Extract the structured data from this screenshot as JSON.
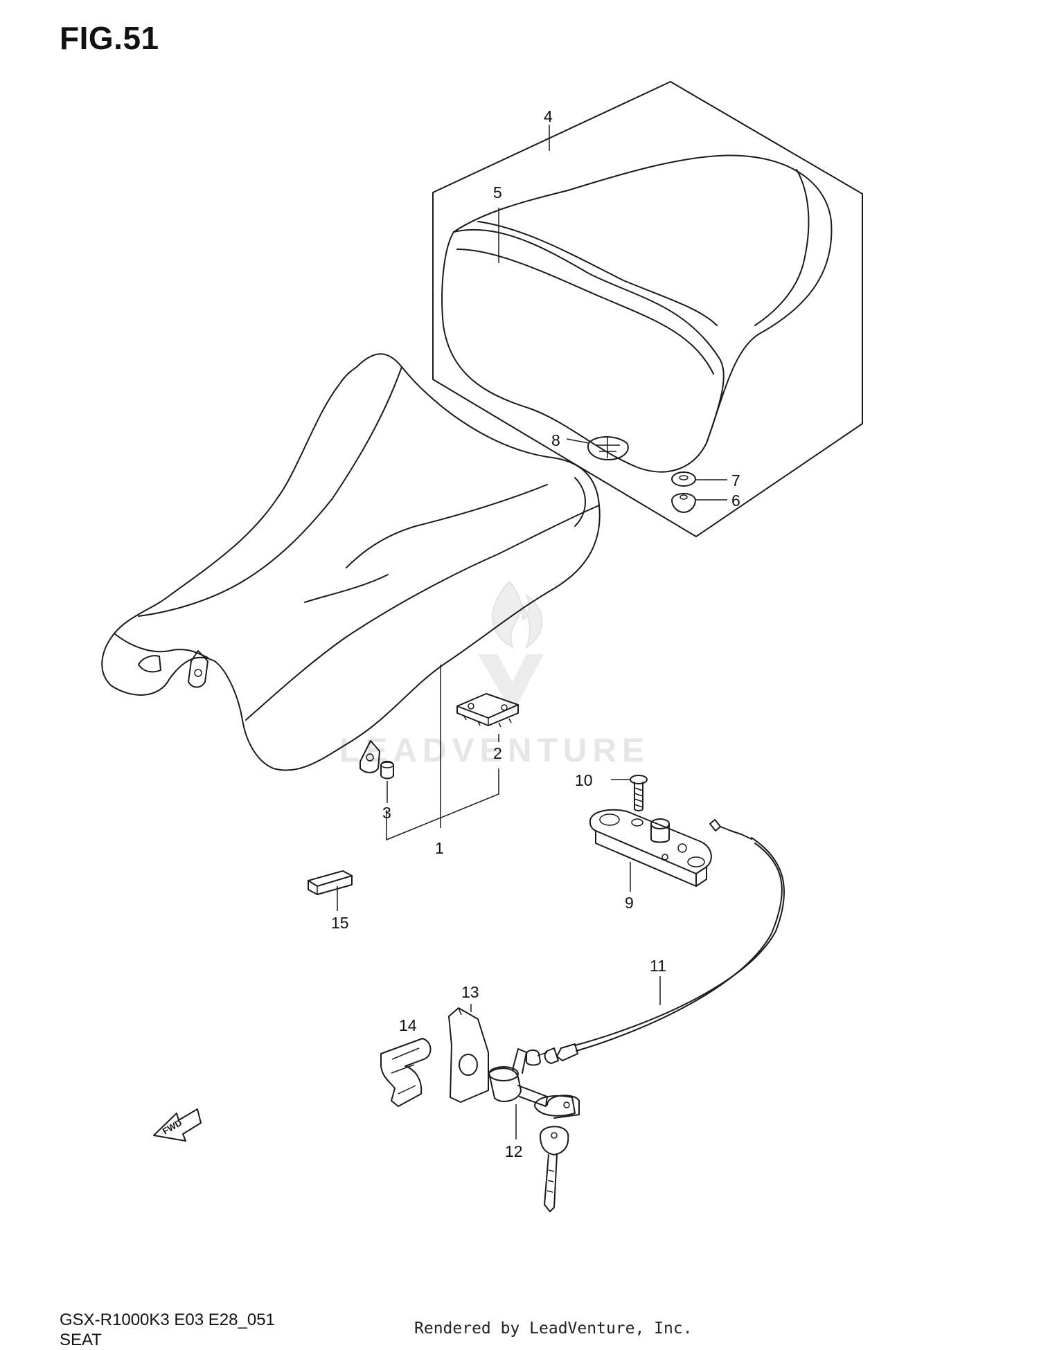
{
  "figure": {
    "title": "FIG.51"
  },
  "footer": {
    "model_code": "GSX-R1000K3 E03 E28_051",
    "section_name": "SEAT",
    "render_credit": "Rendered by LeadVenture, Inc."
  },
  "watermark": {
    "text": "LEADVENTURE"
  },
  "direction_marker": {
    "text": "FWD"
  },
  "callouts": {
    "c1": "1",
    "c2": "2",
    "c3": "3",
    "c4": "4",
    "c5": "5",
    "c6": "6",
    "c7": "7",
    "c8": "8",
    "c9": "9",
    "c10": "10",
    "c11": "11",
    "c12": "12",
    "c13": "13",
    "c14": "14",
    "c15": "15"
  }
}
